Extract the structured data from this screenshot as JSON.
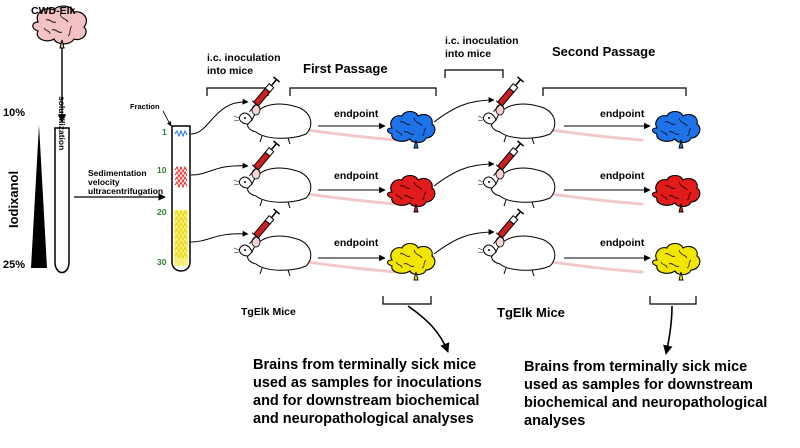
{
  "source_label": "CWD-Elk",
  "solubilization_label": "solubilization",
  "gradient": {
    "top_pct": "10%",
    "bottom_pct": "25%",
    "medium_label": "Iodixanol"
  },
  "sedimentation_label_lines": [
    "Sedimentation",
    "velocity",
    "ultracentrifugation"
  ],
  "fraction_label": "Fraction",
  "fraction_numbers": [
    "1",
    "10",
    "20",
    "30"
  ],
  "inoculation_label_1": [
    "i.c. inoculation",
    "into mice"
  ],
  "inoculation_label_2": [
    "i.c. inoculation",
    "into mice"
  ],
  "first_passage_label": "First Passage",
  "second_passage_label": "Second Passage",
  "endpoint_label": "endpoint",
  "mice_label_1": "TgElk Mice",
  "mice_label_2": "TgElk Mice",
  "caption_left": [
    "Brains from terminally sick mice",
    "used as samples for inoculations",
    "and for downstream biochemical",
    "and neuropathological analyses"
  ],
  "caption_right": [
    "Brains from terminally sick mice",
    "used as samples for downstream",
    "biochemical and neuropathological",
    "analyses"
  ],
  "colors": {
    "source_brain": "#f4c2c2",
    "blue_brain": "#1e73e8",
    "red_brain": "#e21b1b",
    "yellow_brain": "#f2e600",
    "fraction_number": "#2e7d32",
    "syringe_fluid": "#cc1f1f",
    "mouse_body": "#ffffff",
    "mouse_tail": "#f2c8c8"
  },
  "icons": [
    "brain-icon",
    "centrifuge-tube-icon",
    "gradient-triangle-icon",
    "syringe-icon",
    "mouse-icon"
  ]
}
